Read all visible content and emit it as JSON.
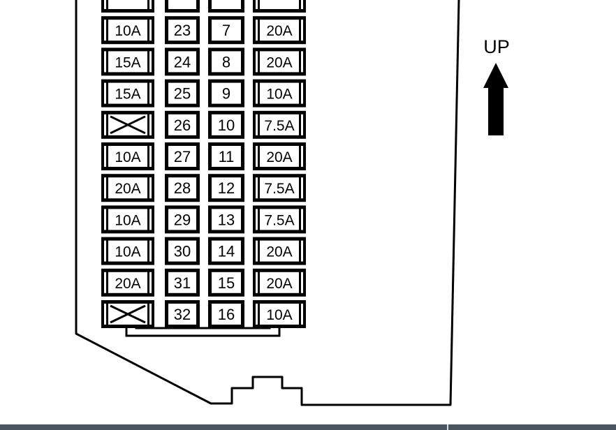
{
  "diagram": {
    "direction_label": "UP",
    "colors": {
      "ink": "#000000",
      "paper": "#ffffff",
      "bar": "#4a5560"
    },
    "columns": [
      {
        "kind": "rating",
        "cells": [
          "",
          "10A",
          "15A",
          "15A",
          "X",
          "10A",
          "20A",
          "10A",
          "10A",
          "20A",
          "X"
        ]
      },
      {
        "kind": "number",
        "cells": [
          "",
          "23",
          "24",
          "25",
          "26",
          "27",
          "28",
          "29",
          "30",
          "31",
          "32"
        ]
      },
      {
        "kind": "number",
        "cells": [
          "",
          "7",
          "8",
          "9",
          "10",
          "11",
          "12",
          "13",
          "14",
          "15",
          "16"
        ]
      },
      {
        "kind": "rating",
        "cells": [
          "",
          "20A",
          "20A",
          "10A",
          "7.5A",
          "20A",
          "7.5A",
          "7.5A",
          "20A",
          "20A",
          "10A"
        ]
      }
    ]
  }
}
